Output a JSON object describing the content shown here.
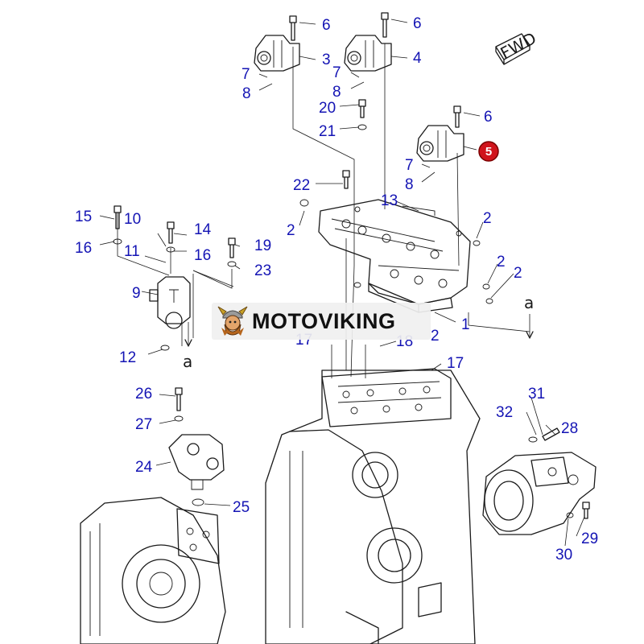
{
  "diagram": {
    "direction_badge": "FWD",
    "watermark_text": "MOTOVIKING",
    "highlighted_callout": "5",
    "arrow_labels": [
      "a",
      "a"
    ],
    "callouts": [
      "1",
      "2",
      "2",
      "2",
      "2",
      "2",
      "3",
      "4",
      "6",
      "6",
      "6",
      "7",
      "7",
      "7",
      "8",
      "8",
      "8",
      "9",
      "10",
      "11",
      "12",
      "13",
      "14",
      "15",
      "16",
      "16",
      "17",
      "17",
      "18",
      "19",
      "20",
      "21",
      "22",
      "23",
      "24",
      "25",
      "26",
      "27",
      "28",
      "29",
      "30",
      "31",
      "32"
    ]
  },
  "colors": {
    "callout_text": "#1414b4",
    "highlight": "#d0141c",
    "line_art": "#1a1a1a"
  }
}
